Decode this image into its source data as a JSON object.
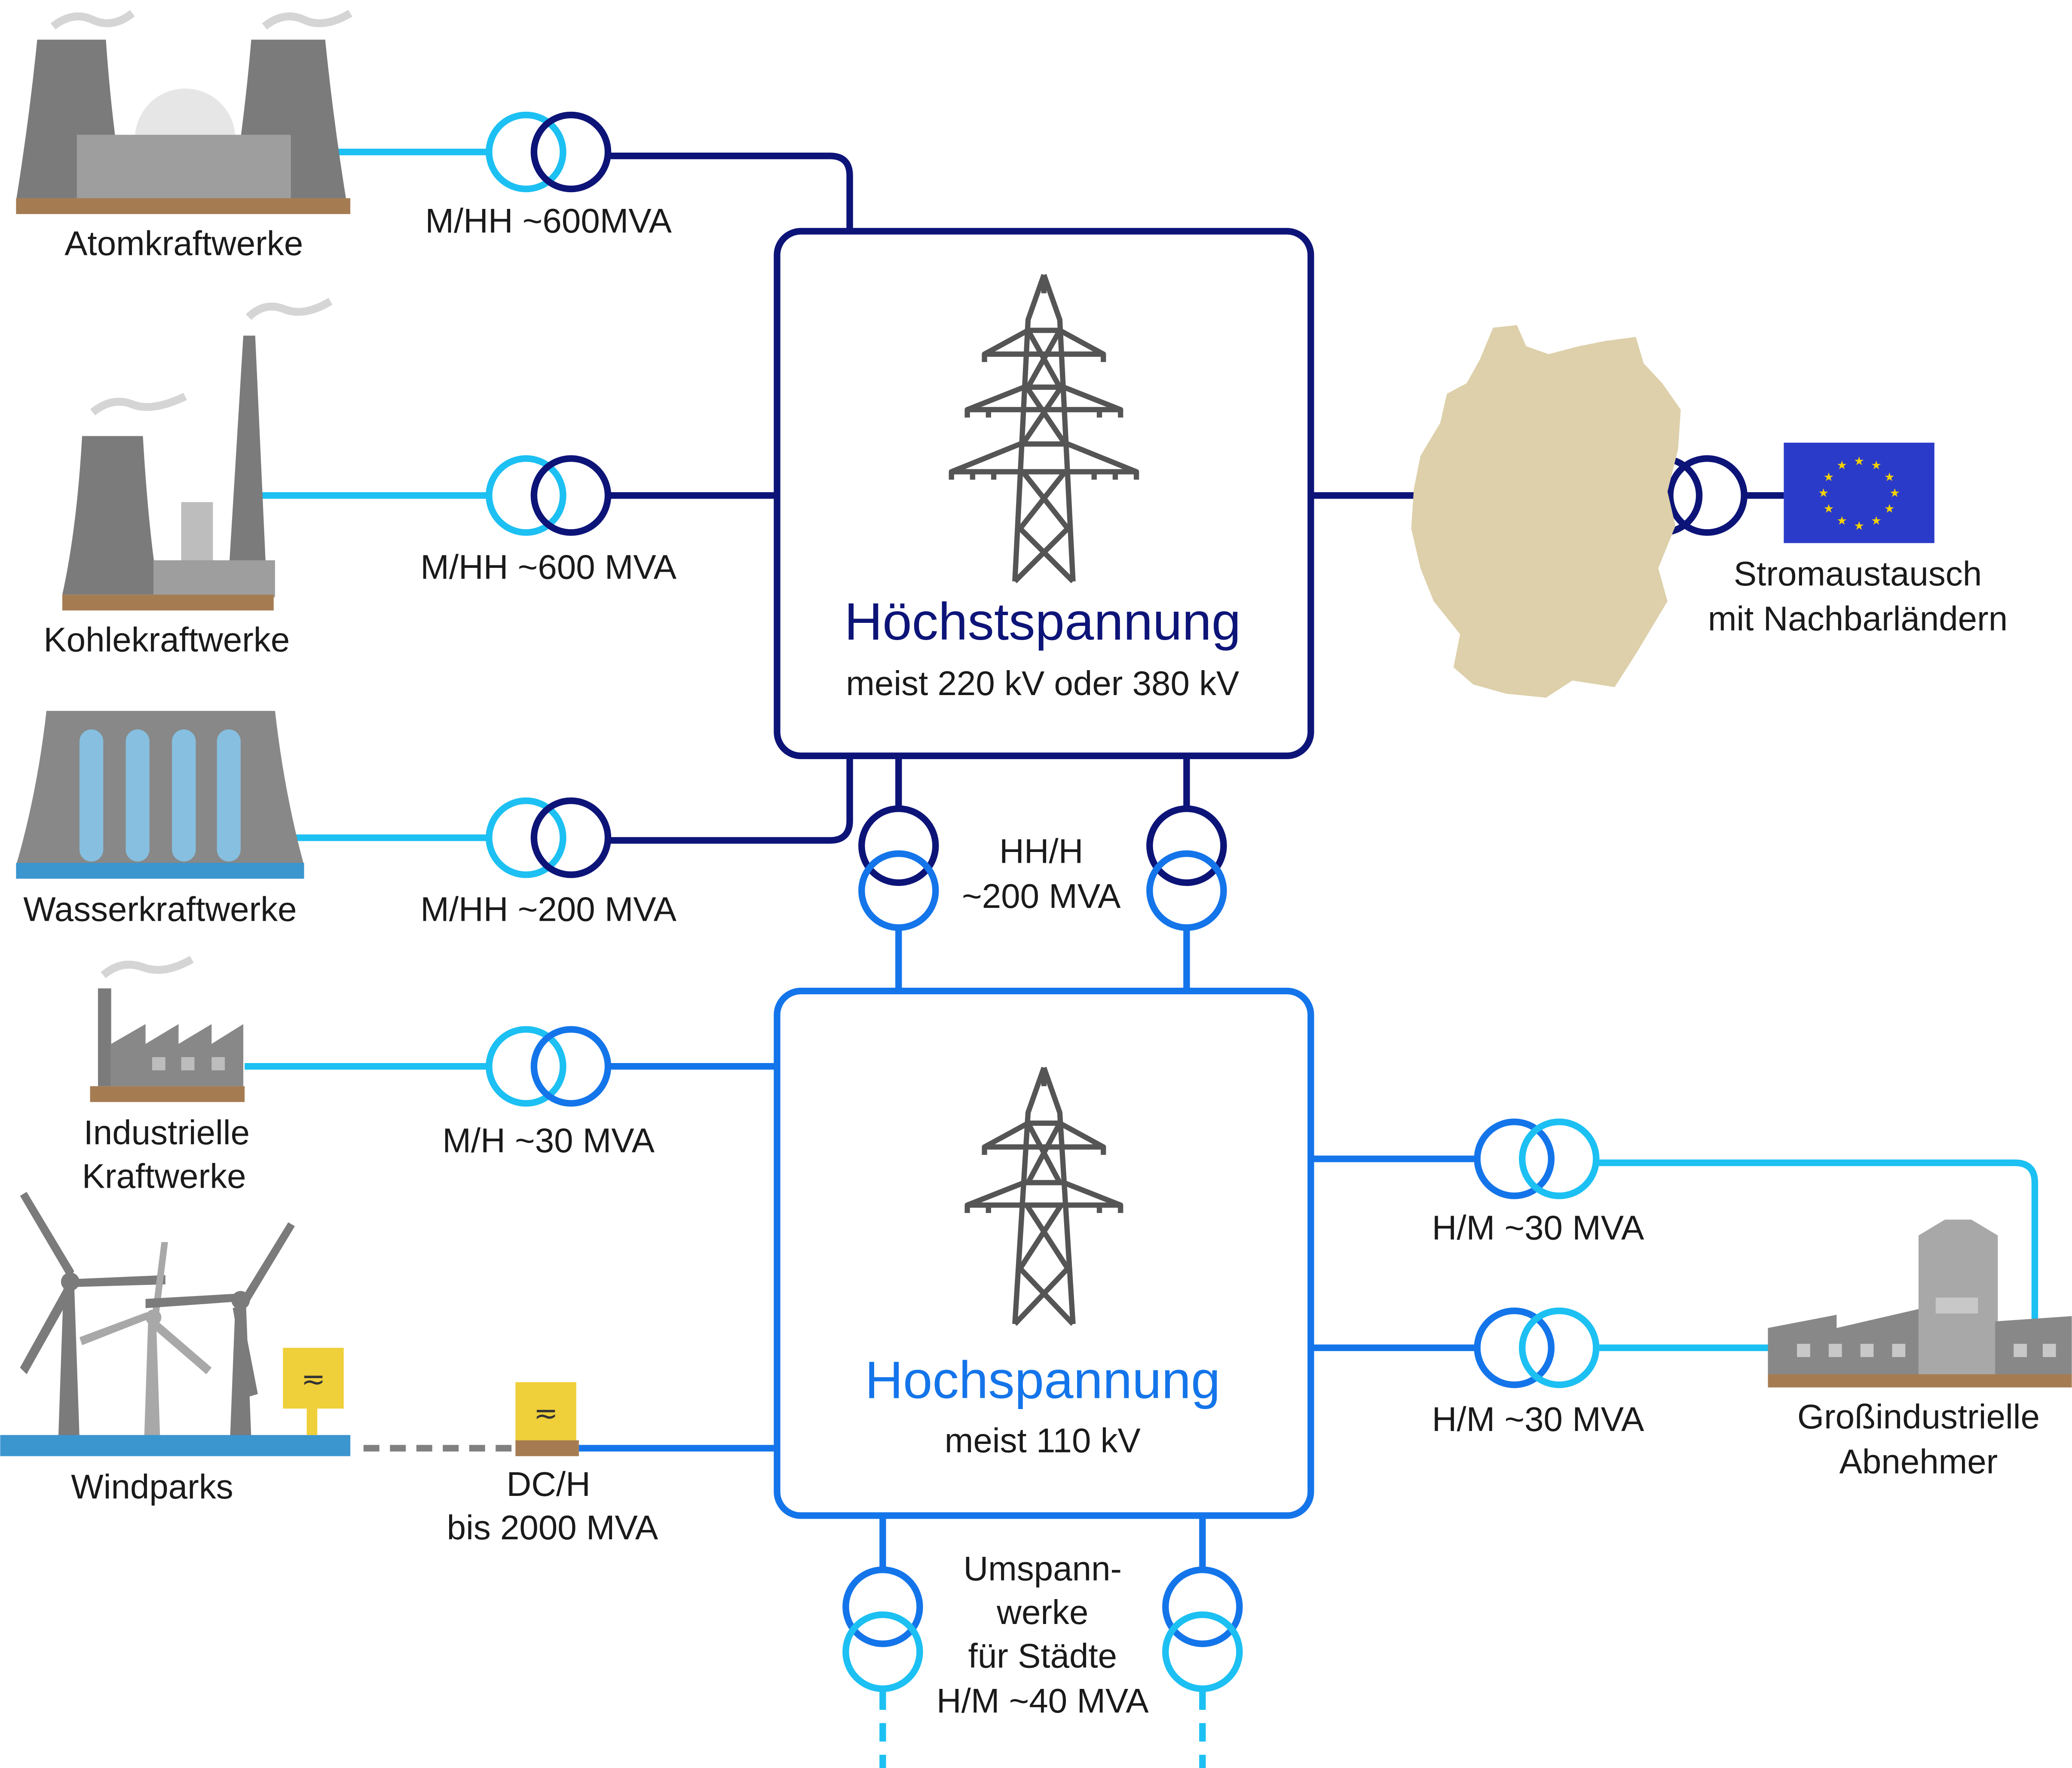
{
  "colors": {
    "extra_high": "#0d1478",
    "high": "#1475ea",
    "medium": "#1cc0f2",
    "text": "#1a1a1a",
    "germany": "#ddd0aa",
    "eu_flag": "#2b3bc9",
    "eu_star": "#f3d200"
  },
  "sources": {
    "nuclear": "Atomkraftwerke",
    "coal": "Kohlekraftwerke",
    "hydro": "Wasserkraftwerke",
    "industrial_1": "Industrielle",
    "industrial_2": "Kraftwerke",
    "wind": "Windparks"
  },
  "transformers": {
    "nuclear": "M/HH ~600MVA",
    "coal": "M/HH ~600 MVA",
    "hydro": "M/HH ~200 MVA",
    "industrial": "M/H ~30 MVA",
    "wind_1": "DC/H",
    "wind_2": "bis 2000 MVA",
    "coupling_1": "HH/H",
    "coupling_2": "~200 MVA",
    "consumer_top": "H/M ~30 MVA",
    "consumer_bottom": "H/M ~30 MVA",
    "city_1": "Umspann-",
    "city_2": "werke",
    "city_3": "für Städte",
    "city_4": "H/M ~40 MVA"
  },
  "extra_high_box": {
    "title": "Höchstspannung",
    "subtitle": "meist 220 kV oder 380 kV"
  },
  "high_box": {
    "title": "Hochspannung",
    "subtitle": "meist 110 kV"
  },
  "exchange": {
    "line1": "Stromaustausch",
    "line2": "mit Nachbarländern"
  },
  "consumer": {
    "line1": "Großindustrielle",
    "line2": "Abnehmer"
  },
  "icons": {
    "pylon": "power-pylon-icon",
    "eu": "eu-flag-icon",
    "germany": "germany-map-icon",
    "converter": "ac-dc-converter-icon"
  }
}
